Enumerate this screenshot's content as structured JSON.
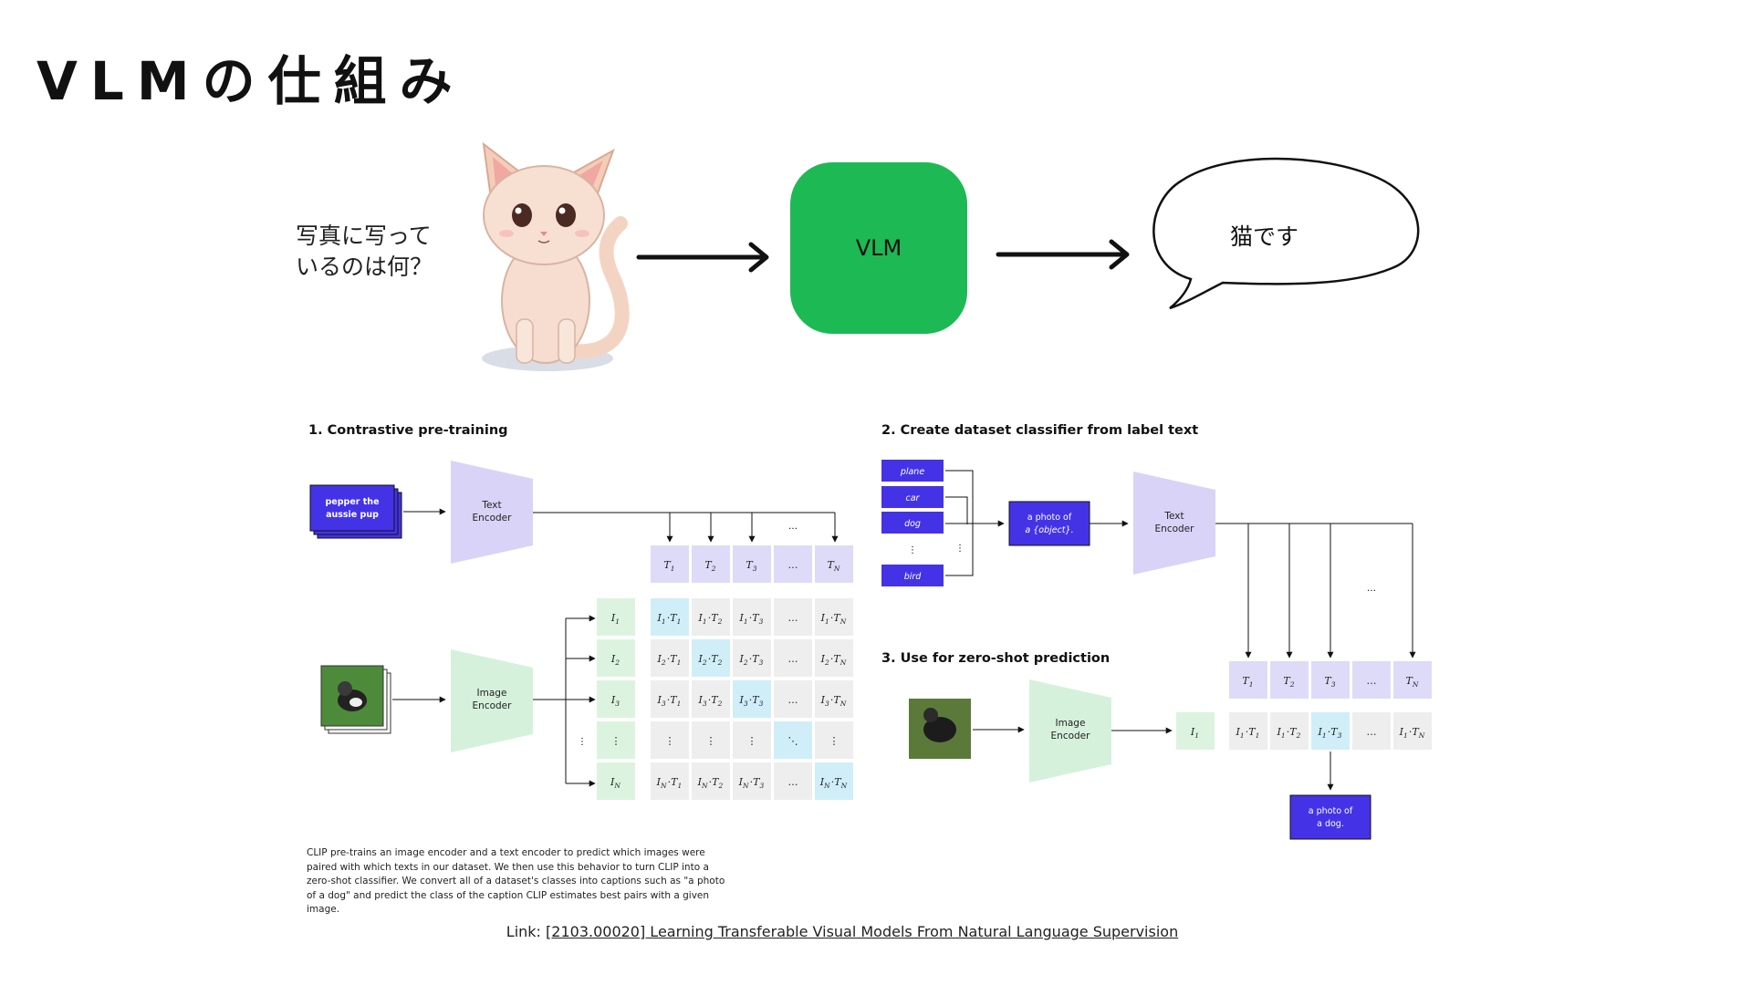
{
  "slide": {
    "title": "VLMの仕組み",
    "question": "写真に写って\nいるのは何？",
    "model_label": "VLM",
    "answer": "猫です"
  },
  "clip": {
    "section1_title": "1. Contrastive pre-training",
    "section2_title": "2. Create dataset classifier from label text",
    "section3_title": "3. Use for zero-shot prediction",
    "text_input": "pepper the aussie pup",
    "text_encoder": "Text Encoder",
    "image_encoder": "Image Encoder",
    "labels": [
      "plane",
      "car",
      "dog",
      "⋮",
      "bird"
    ],
    "template": "a photo of a {object}.",
    "result": "a photo of a dog.",
    "caption": "CLIP pre-trains an image encoder and a text encoder to predict which images were paired with which texts in our dataset. We then use this behavior to turn CLIP into a zero-shot classifier. We convert all of a dataset's classes into captions such as \"a photo of a dog\" and predict the class of the caption CLIP estimates best pairs with a given image."
  },
  "link": {
    "prefix": "Link: ",
    "text": "[2103.00020] Learning Transferable Visual Models From Natural Language Supervision"
  },
  "colors": {
    "vlm_green": "#1db954",
    "label_purple": "#4433e6",
    "text_encoder_fill": "#d9d3f7",
    "image_encoder_fill": "#d5f1dc",
    "t_cell": "#dedbf8",
    "i_cell": "#dcf3e0",
    "diag_cell": "#cfeef8",
    "plain_cell": "#eeeeee"
  }
}
